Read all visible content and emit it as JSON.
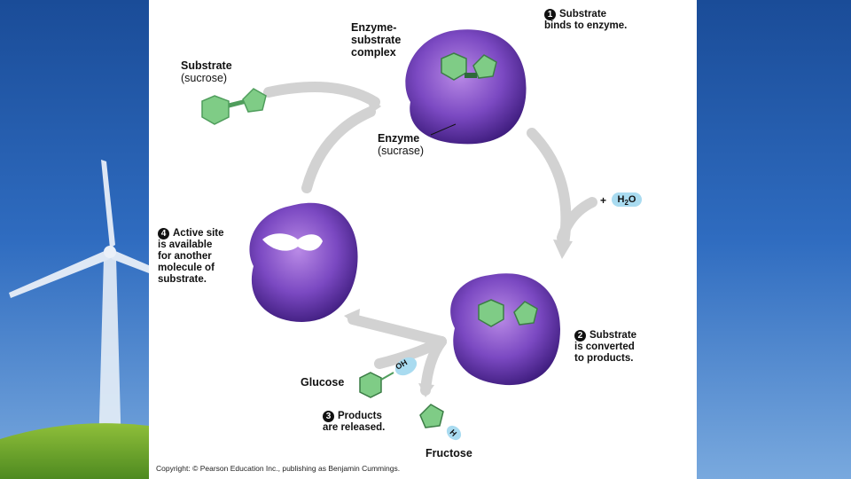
{
  "colors": {
    "slide_blue": "#1d4f9c",
    "enzyme_purple": "#6f3fb0",
    "substrate_green": "#6cc07a",
    "arrow_gray": "#cfcfcf",
    "water_blue": "#a9dbf0"
  },
  "labels": {
    "substrate_title": "Substrate",
    "substrate_sub": "(sucrose)",
    "complex_line1": "Enzyme-",
    "complex_line2": "substrate",
    "complex_line3": "complex",
    "enzyme_title": "Enzyme",
    "enzyme_sub": "(sucrase)",
    "glucose": "Glucose",
    "fructose": "Fructose",
    "oh": "OH",
    "h": "H",
    "plus": "+",
    "water_h": "H",
    "water_2": "2",
    "water_o": "O"
  },
  "steps": [
    {
      "num": "1",
      "line1": "Substrate",
      "line2": "binds to enzyme."
    },
    {
      "num": "2",
      "line1": "Substrate",
      "line2": "is converted",
      "line3": "to products."
    },
    {
      "num": "3",
      "line1": "Products",
      "line2": "are released."
    },
    {
      "num": "4",
      "line1": "Active site",
      "line2": "is available",
      "line3": "for another",
      "line4": "molecule of",
      "line5": "substrate."
    }
  ],
  "copyright": "Copyright: © Pearson Education Inc., publishing as Benjamin Cummings."
}
